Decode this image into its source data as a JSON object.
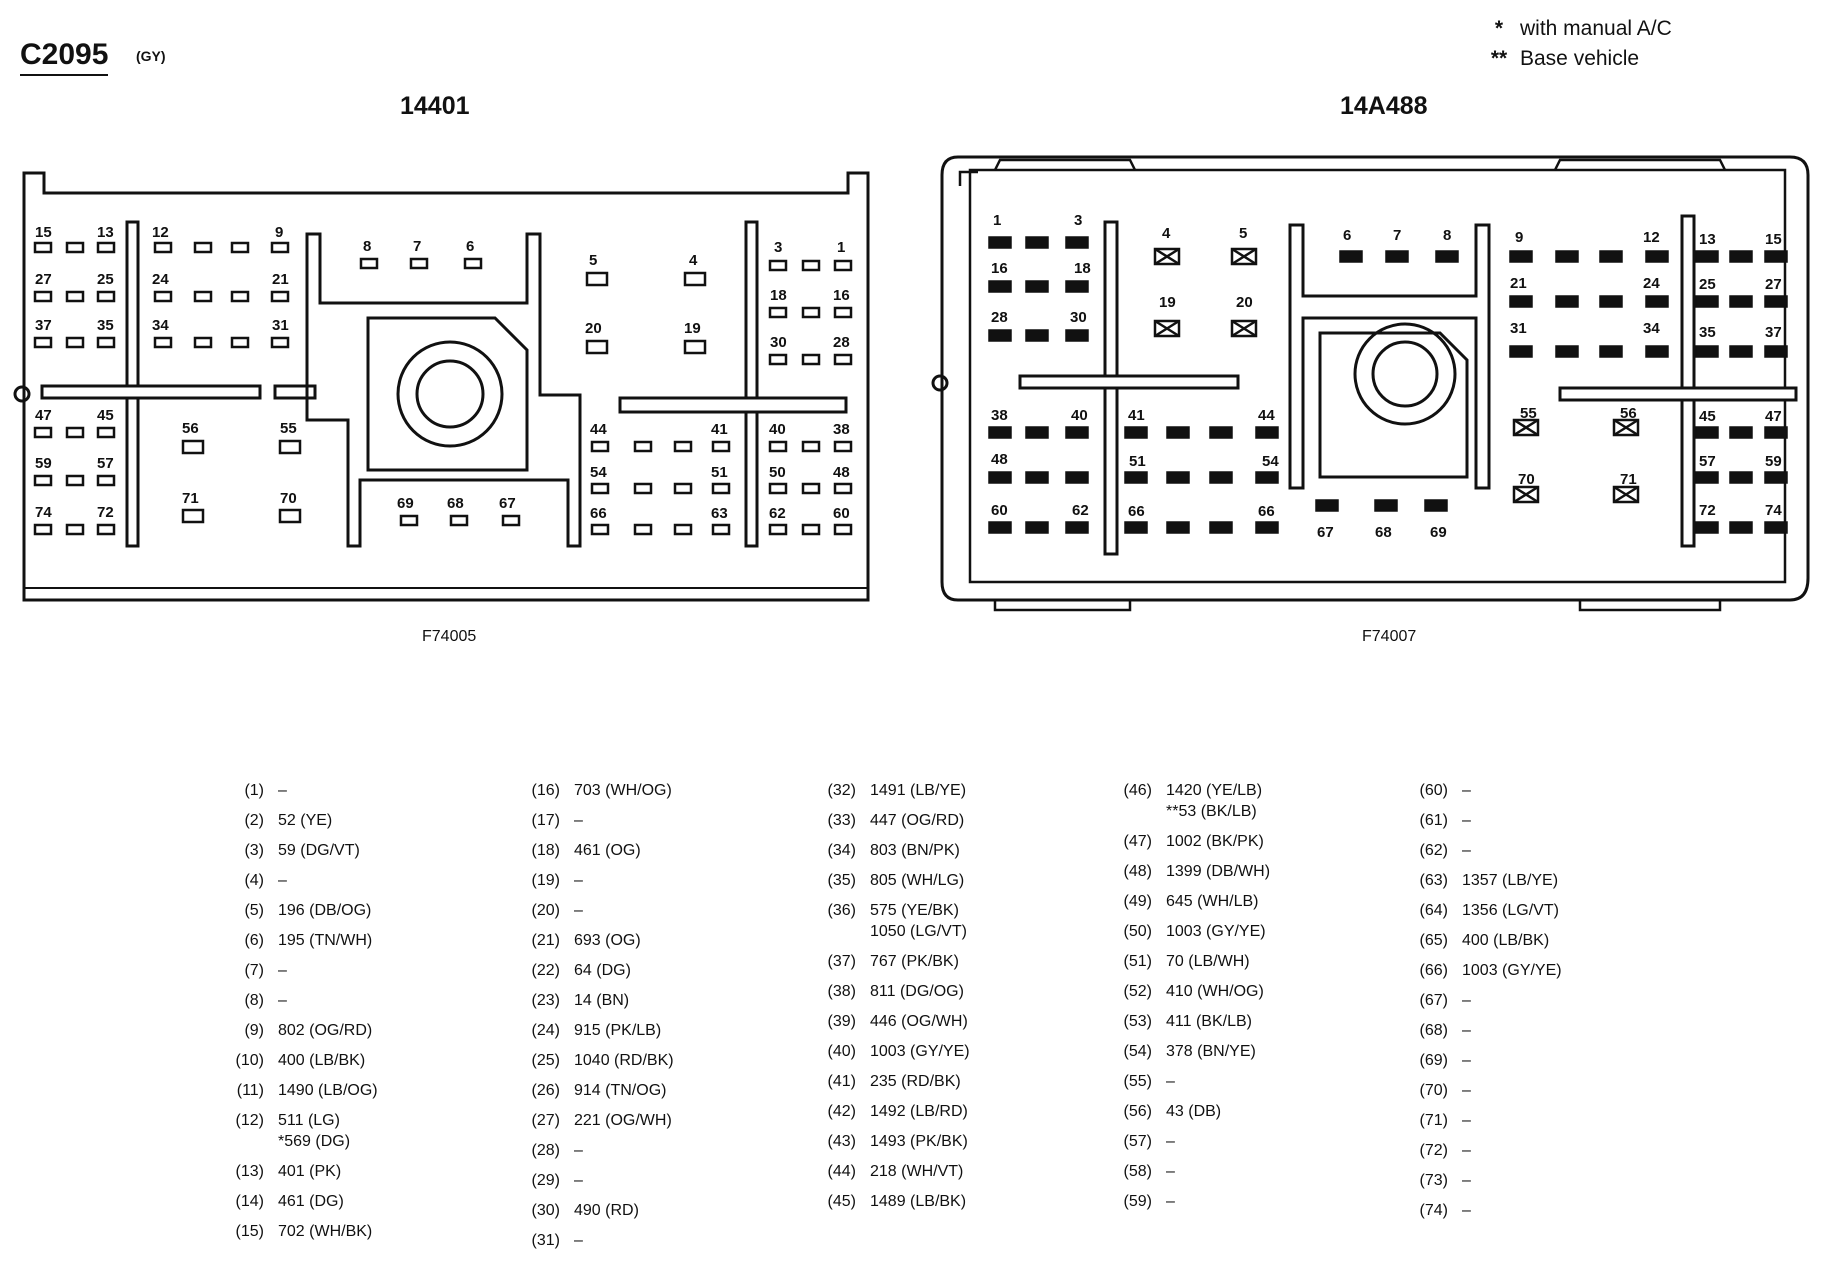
{
  "header": {
    "connector_id": "C2095",
    "connector_color": "(GY)"
  },
  "notes": [
    {
      "symbol": "*",
      "text": "with manual A/C"
    },
    {
      "symbol": "**",
      "text": "Base vehicle"
    }
  ],
  "connectors": [
    {
      "part_number": "14401",
      "figure_id": "F74005"
    },
    {
      "part_number": "14A488",
      "figure_id": "F74007"
    }
  ],
  "legend_columns": [
    [
      {
        "cavity": "(1)",
        "circuit": "–"
      },
      {
        "cavity": "(2)",
        "circuit": "52 (YE)"
      },
      {
        "cavity": "(3)",
        "circuit": "59 (DG/VT)"
      },
      {
        "cavity": "(4)",
        "circuit": "–"
      },
      {
        "cavity": "(5)",
        "circuit": "196 (DB/OG)"
      },
      {
        "cavity": "(6)",
        "circuit": "195 (TN/WH)"
      },
      {
        "cavity": "(7)",
        "circuit": "–"
      },
      {
        "cavity": "(8)",
        "circuit": "–"
      },
      {
        "cavity": "(9)",
        "circuit": "802 (OG/RD)"
      },
      {
        "cavity": "(10)",
        "circuit": "400 (LB/BK)"
      },
      {
        "cavity": "(11)",
        "circuit": "1490 (LB/OG)"
      },
      {
        "cavity": "(12)",
        "circuit": "511 (LG)\n*569 (DG)"
      },
      {
        "cavity": "(13)",
        "circuit": "401 (PK)"
      },
      {
        "cavity": "(14)",
        "circuit": "461 (DG)"
      },
      {
        "cavity": "(15)",
        "circuit": "702 (WH/BK)"
      }
    ],
    [
      {
        "cavity": "(16)",
        "circuit": "703 (WH/OG)"
      },
      {
        "cavity": "(17)",
        "circuit": "–"
      },
      {
        "cavity": "(18)",
        "circuit": "461 (OG)"
      },
      {
        "cavity": "(19)",
        "circuit": "–"
      },
      {
        "cavity": "(20)",
        "circuit": "–"
      },
      {
        "cavity": "(21)",
        "circuit": "693 (OG)"
      },
      {
        "cavity": "(22)",
        "circuit": "64 (DG)"
      },
      {
        "cavity": "(23)",
        "circuit": "14 (BN)"
      },
      {
        "cavity": "(24)",
        "circuit": "915 (PK/LB)"
      },
      {
        "cavity": "(25)",
        "circuit": "1040 (RD/BK)"
      },
      {
        "cavity": "(26)",
        "circuit": "914 (TN/OG)"
      },
      {
        "cavity": "(27)",
        "circuit": "221 (OG/WH)"
      },
      {
        "cavity": "(28)",
        "circuit": "–"
      },
      {
        "cavity": "(29)",
        "circuit": "–"
      },
      {
        "cavity": "(30)",
        "circuit": "490 (RD)"
      },
      {
        "cavity": "(31)",
        "circuit": "–"
      }
    ],
    [
      {
        "cavity": "(32)",
        "circuit": "1491 (LB/YE)"
      },
      {
        "cavity": "(33)",
        "circuit": "447 (OG/RD)"
      },
      {
        "cavity": "(34)",
        "circuit": "803 (BN/PK)"
      },
      {
        "cavity": "(35)",
        "circuit": "805 (WH/LG)"
      },
      {
        "cavity": "(36)",
        "circuit": "575 (YE/BK)\n1050 (LG/VT)"
      },
      {
        "cavity": "(37)",
        "circuit": "767 (PK/BK)"
      },
      {
        "cavity": "(38)",
        "circuit": "811 (DG/OG)"
      },
      {
        "cavity": "(39)",
        "circuit": "446 (OG/WH)"
      },
      {
        "cavity": "(40)",
        "circuit": "1003 (GY/YE)"
      },
      {
        "cavity": "(41)",
        "circuit": "235 (RD/BK)"
      },
      {
        "cavity": "(42)",
        "circuit": "1492 (LB/RD)"
      },
      {
        "cavity": "(43)",
        "circuit": "1493 (PK/BK)"
      },
      {
        "cavity": "(44)",
        "circuit": "218 (WH/VT)"
      },
      {
        "cavity": "(45)",
        "circuit": "1489 (LB/BK)"
      }
    ],
    [
      {
        "cavity": "(46)",
        "circuit": "1420 (YE/LB)\n**53 (BK/LB)"
      },
      {
        "cavity": "(47)",
        "circuit": "1002 (BK/PK)"
      },
      {
        "cavity": "(48)",
        "circuit": "1399 (DB/WH)"
      },
      {
        "cavity": "(49)",
        "circuit": "645 (WH/LB)"
      },
      {
        "cavity": "(50)",
        "circuit": "1003 (GY/YE)"
      },
      {
        "cavity": "(51)",
        "circuit": "70 (LB/WH)"
      },
      {
        "cavity": "(52)",
        "circuit": "410 (WH/OG)"
      },
      {
        "cavity": "(53)",
        "circuit": "411 (BK/LB)"
      },
      {
        "cavity": "(54)",
        "circuit": "378 (BN/YE)"
      },
      {
        "cavity": "(55)",
        "circuit": "–"
      },
      {
        "cavity": "(56)",
        "circuit": "43 (DB)"
      },
      {
        "cavity": "(57)",
        "circuit": "–"
      },
      {
        "cavity": "(58)",
        "circuit": "–"
      },
      {
        "cavity": "(59)",
        "circuit": "–"
      }
    ],
    [
      {
        "cavity": "(60)",
        "circuit": "–"
      },
      {
        "cavity": "(61)",
        "circuit": "–"
      },
      {
        "cavity": "(62)",
        "circuit": "–"
      },
      {
        "cavity": "(63)",
        "circuit": "1357 (LB/YE)"
      },
      {
        "cavity": "(64)",
        "circuit": "1356 (LG/VT)"
      },
      {
        "cavity": "(65)",
        "circuit": "400 (LB/BK)"
      },
      {
        "cavity": "(66)",
        "circuit": "1003 (GY/YE)"
      },
      {
        "cavity": "(67)",
        "circuit": "–"
      },
      {
        "cavity": "(68)",
        "circuit": "–"
      },
      {
        "cavity": "(69)",
        "circuit": "–"
      },
      {
        "cavity": "(70)",
        "circuit": "–"
      },
      {
        "cavity": "(71)",
        "circuit": "–"
      },
      {
        "cavity": "(72)",
        "circuit": "–"
      },
      {
        "cavity": "(73)",
        "circuit": "–"
      },
      {
        "cavity": "(74)",
        "circuit": "–"
      }
    ]
  ],
  "diagram_left": {
    "labels": [
      {
        "t": "15"
      },
      {
        "t": "13"
      },
      {
        "t": "12"
      },
      {
        "t": "9"
      },
      {
        "t": "8"
      },
      {
        "t": "7"
      },
      {
        "t": "6"
      },
      {
        "t": "5"
      },
      {
        "t": "4"
      },
      {
        "t": "3"
      },
      {
        "t": "1"
      },
      {
        "t": "27"
      },
      {
        "t": "25"
      },
      {
        "t": "24"
      },
      {
        "t": "21"
      },
      {
        "t": "18"
      },
      {
        "t": "16"
      },
      {
        "t": "37"
      },
      {
        "t": "35"
      },
      {
        "t": "34"
      },
      {
        "t": "31"
      },
      {
        "t": "20"
      },
      {
        "t": "19"
      },
      {
        "t": "30"
      },
      {
        "t": "28"
      },
      {
        "t": "47"
      },
      {
        "t": "45"
      },
      {
        "t": "56"
      },
      {
        "t": "55"
      },
      {
        "t": "44"
      },
      {
        "t": "41"
      },
      {
        "t": "40"
      },
      {
        "t": "38"
      },
      {
        "t": "59"
      },
      {
        "t": "57"
      },
      {
        "t": "54"
      },
      {
        "t": "51"
      },
      {
        "t": "50"
      },
      {
        "t": "48"
      },
      {
        "t": "74"
      },
      {
        "t": "72"
      },
      {
        "t": "71"
      },
      {
        "t": "70"
      },
      {
        "t": "69"
      },
      {
        "t": "68"
      },
      {
        "t": "67"
      },
      {
        "t": "66"
      },
      {
        "t": "63"
      },
      {
        "t": "62"
      },
      {
        "t": "60"
      }
    ]
  },
  "diagram_right": {
    "labels": [
      {
        "t": "1"
      },
      {
        "t": "3"
      },
      {
        "t": "4"
      },
      {
        "t": "5"
      },
      {
        "t": "6"
      },
      {
        "t": "7"
      },
      {
        "t": "8"
      },
      {
        "t": "9"
      },
      {
        "t": "12"
      },
      {
        "t": "13"
      },
      {
        "t": "15"
      },
      {
        "t": "16"
      },
      {
        "t": "18"
      },
      {
        "t": "19"
      },
      {
        "t": "20"
      },
      {
        "t": "21"
      },
      {
        "t": "24"
      },
      {
        "t": "25"
      },
      {
        "t": "27"
      },
      {
        "t": "28"
      },
      {
        "t": "30"
      },
      {
        "t": "31"
      },
      {
        "t": "34"
      },
      {
        "t": "35"
      },
      {
        "t": "37"
      },
      {
        "t": "38"
      },
      {
        "t": "40"
      },
      {
        "t": "41"
      },
      {
        "t": "44"
      },
      {
        "t": "55"
      },
      {
        "t": "56"
      },
      {
        "t": "45"
      },
      {
        "t": "47"
      },
      {
        "t": "48"
      },
      {
        "t": "51"
      },
      {
        "t": "54"
      },
      {
        "t": "57"
      },
      {
        "t": "59"
      },
      {
        "t": "60"
      },
      {
        "t": "62"
      },
      {
        "t": "66"
      },
      {
        "t": "66"
      },
      {
        "t": "70"
      },
      {
        "t": "71"
      },
      {
        "t": "72"
      },
      {
        "t": "74"
      },
      {
        "t": "67"
      },
      {
        "t": "68"
      },
      {
        "t": "69"
      }
    ]
  }
}
